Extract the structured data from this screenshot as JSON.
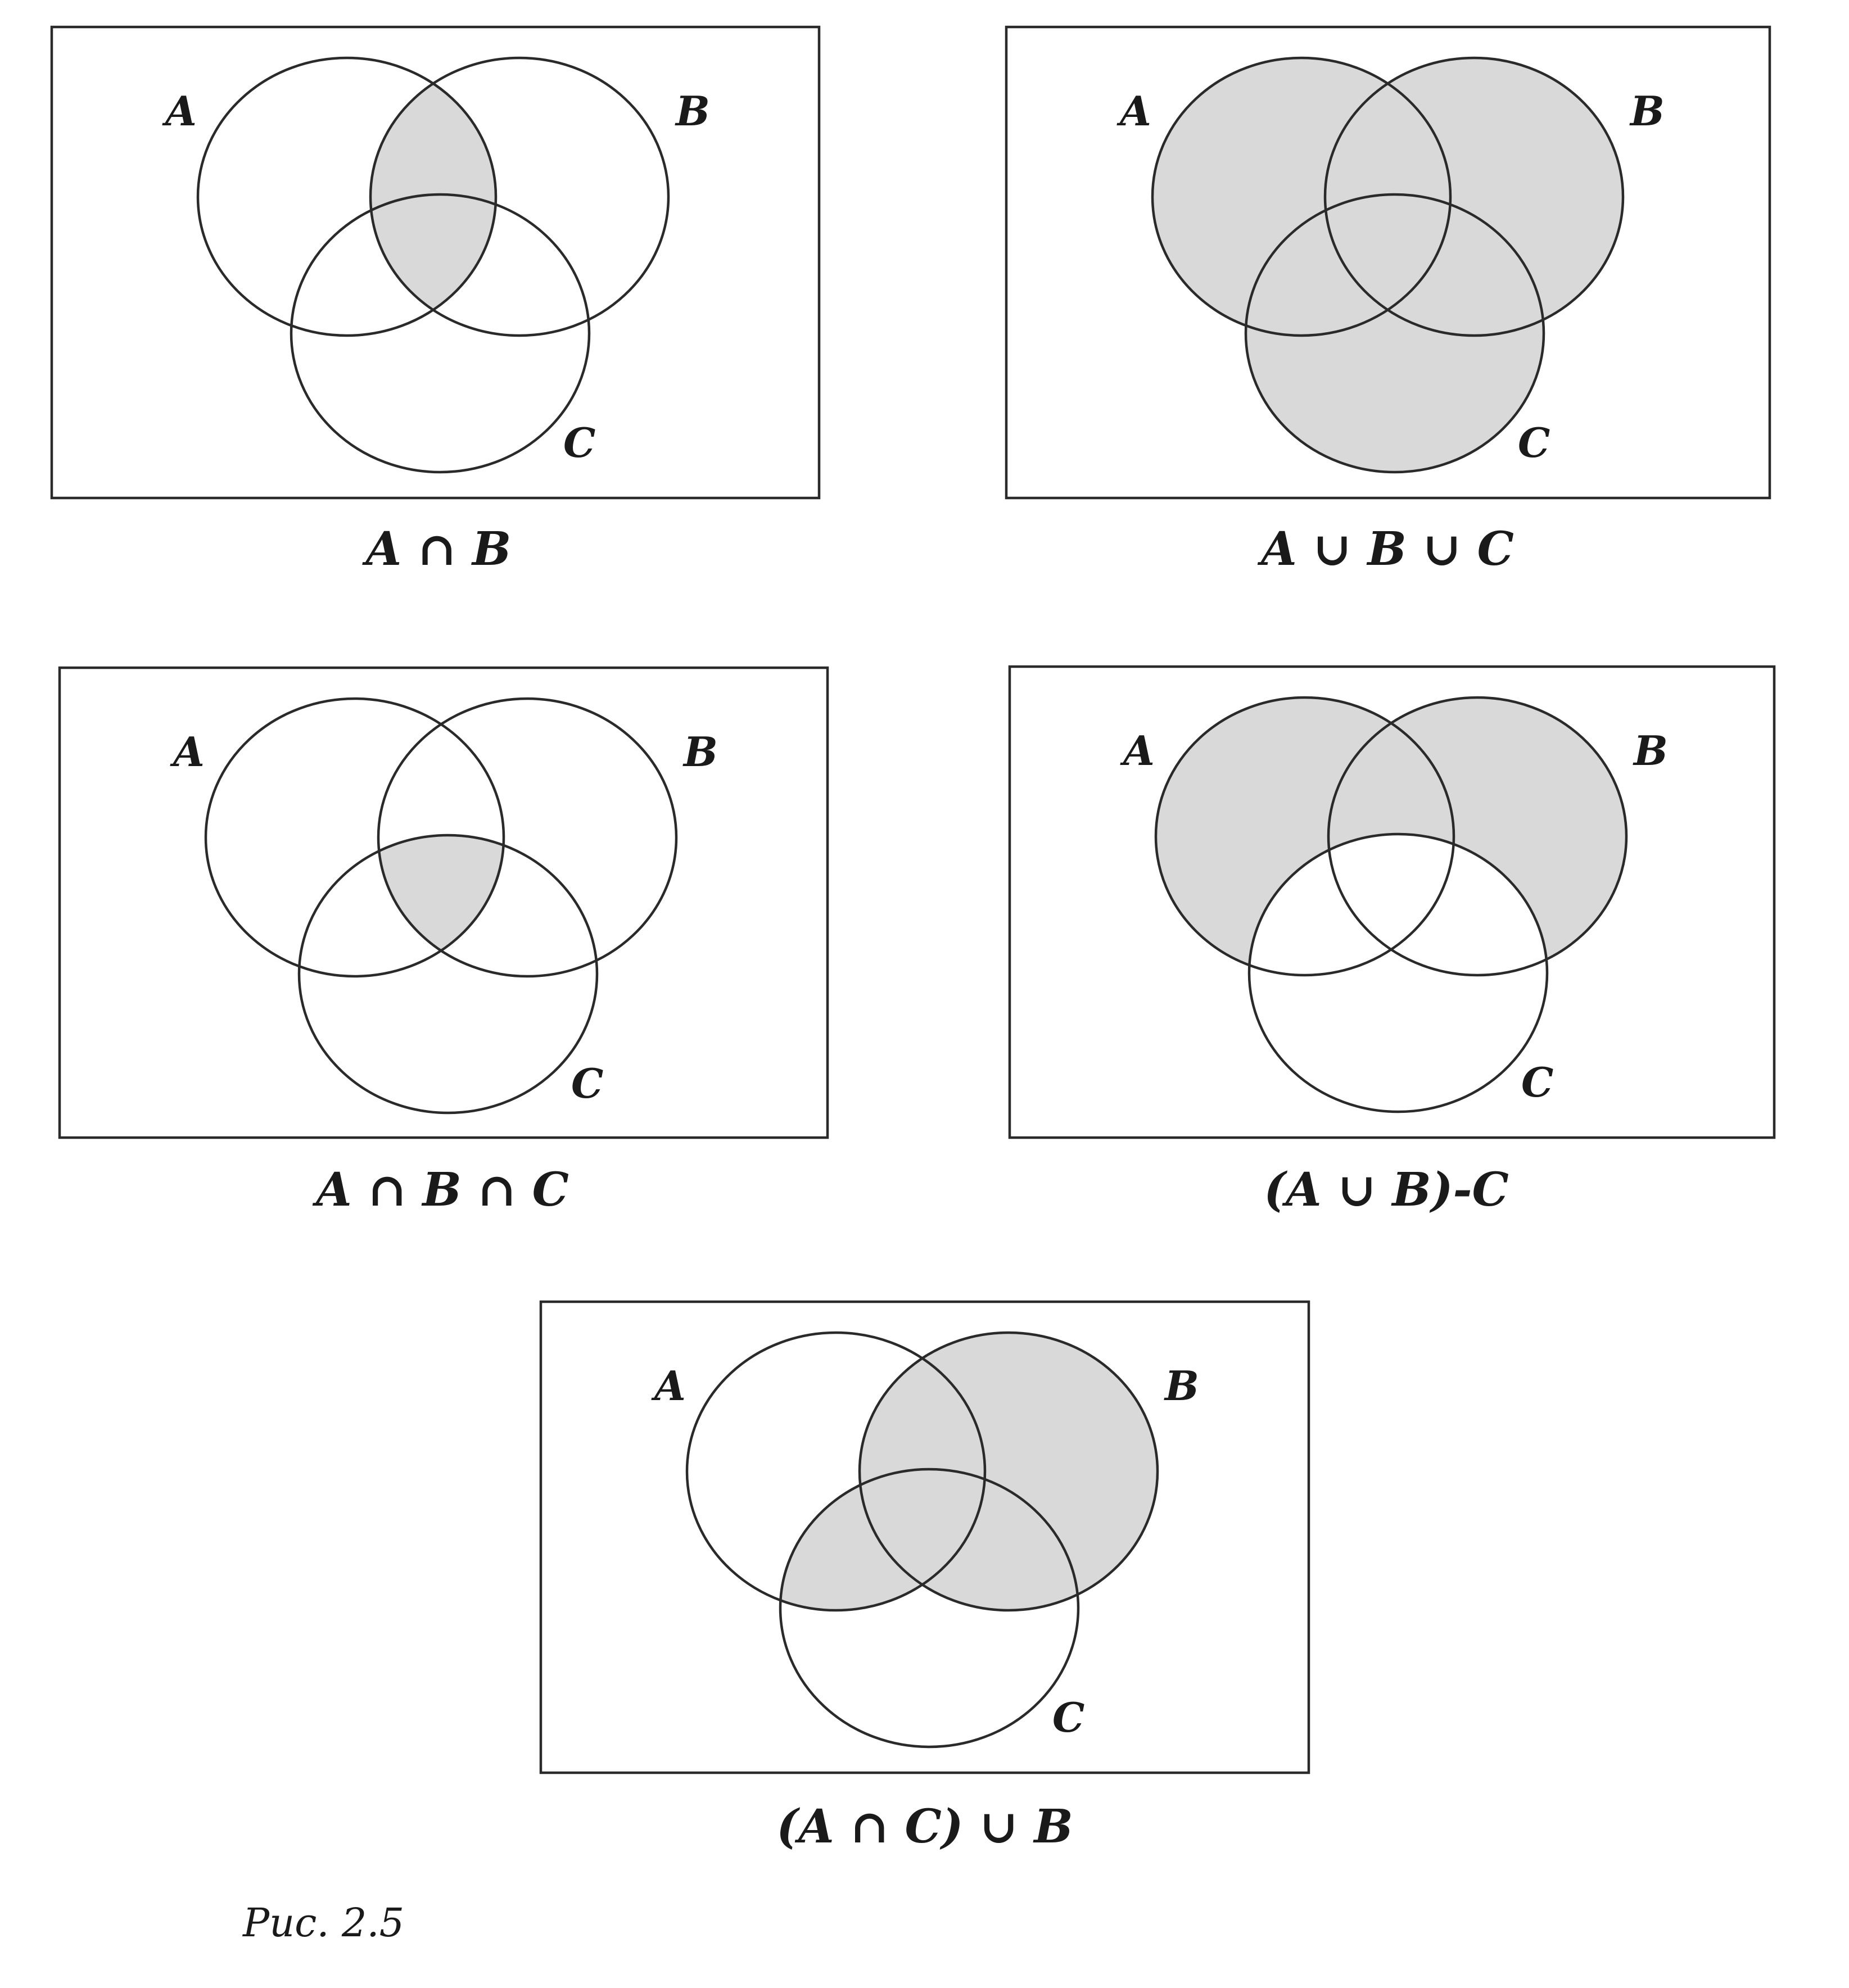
{
  "shade_color": "#d9d9d9",
  "line_color": "#2a2a2a",
  "figure_caption": "Рис. 2.5",
  "panels": [
    {
      "caption": "A ∩ B",
      "labels": {
        "a": "A",
        "b": "B",
        "c": "C"
      },
      "shaded_regions": [
        "ABc",
        "ABC"
      ]
    },
    {
      "caption": "A ∪ B ∪ C",
      "labels": {
        "a": "A",
        "b": "B",
        "c": "C"
      },
      "shaded_regions": [
        "Abc",
        "aBc",
        "abC",
        "ABc",
        "AbC",
        "aBC",
        "ABC"
      ]
    },
    {
      "caption": "A ∩ B ∩ C",
      "labels": {
        "a": "A",
        "b": "B",
        "c": "C"
      },
      "shaded_regions": [
        "ABC"
      ]
    },
    {
      "caption": "(A ∪ B)-C",
      "labels": {
        "a": "A",
        "b": "B",
        "c": "C"
      },
      "shaded_regions": [
        "Abc",
        "aBc",
        "ABc"
      ]
    },
    {
      "caption": "(A ∩  C) ∪ B",
      "labels": {
        "a": "A",
        "b": "B",
        "c": "C"
      },
      "shaded_regions": [
        "aBc",
        "ABc",
        "AbC",
        "aBC",
        "ABC"
      ]
    }
  ]
}
